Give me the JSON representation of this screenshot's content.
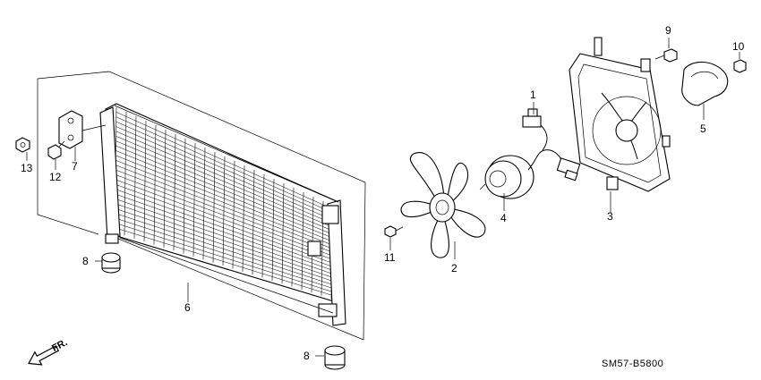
{
  "callouts": [
    {
      "id": "1",
      "text": "1"
    },
    {
      "id": "2",
      "text": "2"
    },
    {
      "id": "3",
      "text": "3"
    },
    {
      "id": "4",
      "text": "4"
    },
    {
      "id": "5",
      "text": "5"
    },
    {
      "id": "6",
      "text": "6"
    },
    {
      "id": "7",
      "text": "7"
    },
    {
      "id": "8a",
      "text": "8"
    },
    {
      "id": "8b",
      "text": "8"
    },
    {
      "id": "9",
      "text": "9"
    },
    {
      "id": "10",
      "text": "10"
    },
    {
      "id": "11",
      "text": "11"
    },
    {
      "id": "12",
      "text": "12"
    },
    {
      "id": "13",
      "text": "13"
    }
  ],
  "direction_label": "FR.",
  "diagram_code": "SM57-B5800"
}
